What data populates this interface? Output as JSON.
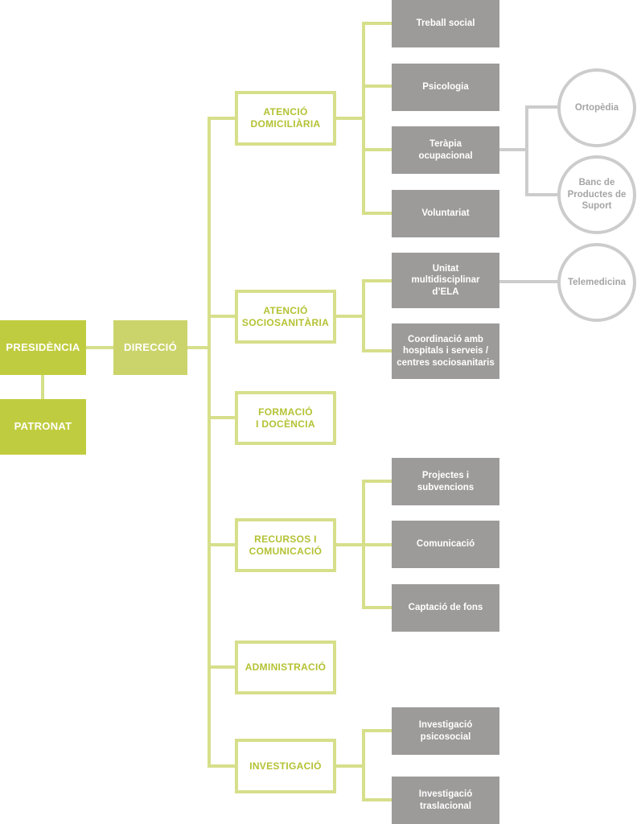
{
  "top": {
    "presidencia": "PRESIDÈNCIA",
    "patronat": "PATRONAT",
    "direccio": "DIRECCIÓ"
  },
  "departments": {
    "atencio_domiciliaria": "ATENCIÓ\nDOMICILIÀRIA",
    "atencio_sociosanitaria": "ATENCIÓ\nSOCIOSANITÀRIA",
    "formacio_docencia": "FORMACIÓ\nI DOCÈNCIA",
    "recursos_comunicacio": "RECURSOS I\nCOMUNICACIÓ",
    "administracio": "ADMINISTRACIÓ",
    "investigacio": "INVESTIGACIÓ"
  },
  "units": {
    "treball_social": "Treball social",
    "psicologia": "Psicologia",
    "terapia_ocupacional": "Teràpia\nocupacional",
    "voluntariat": "Voluntariat",
    "unitat_ela": "Unitat\nmultidisciplinar\nd’ELA",
    "coordinacio": "Coordinació amb\nhospitals i serveis /\ncentres sociosanitaris",
    "projectes": "Projectes i\nsubvencions",
    "comunicacio": "Comunicació",
    "captacio": "Captació de fons",
    "inv_psicosocial": "Investigació\npsicosocial",
    "inv_traslacional": "Investigació\ntraslacional"
  },
  "services": {
    "ortopedia": "Ortopèdia",
    "banc_productes": "Banc de\nProductes de\nSuport",
    "telemedicina": "Telemedicina"
  }
}
